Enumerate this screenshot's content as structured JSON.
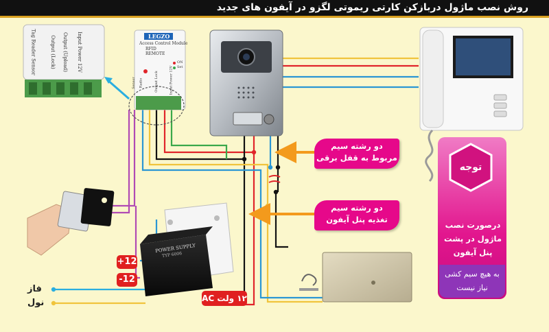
{
  "title": "روش نصب ماژول دربازکن کارتی ریموتی لگزو در آیفون های جدید",
  "callouts": {
    "lock_wires": {
      "line1": "دو رشته سیم",
      "line2": "مربوط به قفل برقی"
    },
    "power_wires": {
      "line1": "دو رشته سیم",
      "line2": "تغذیه پنل آیفون"
    }
  },
  "note": {
    "heading": "توجه",
    "body": "درصورت نصب ماژول در پشت پنل آیفون",
    "sub": "به هیچ سیم کشی نیاز نیست"
  },
  "power_supply": {
    "plus_label": "+12",
    "minus_label": "-12",
    "ac_label": "۱۲ ولت AC",
    "case_line1": "POWER SUPPLY",
    "case_line2": "TYP 6006"
  },
  "mains": {
    "phase_label": "فاز",
    "neutral_label": "نول"
  },
  "tag_reader": {
    "labels": [
      "Tag Reader Sensor",
      "Output (Lock)",
      "Output (Upload)",
      "Input Power 12V"
    ]
  },
  "access_module": {
    "brand": "LEGZO",
    "name": "Access Control Module",
    "mode1": "RFID",
    "mode2": "REMOTE",
    "indicator1": "ON",
    "indicator2": "Set",
    "terminals": [
      "Input Power 12V",
      "Output Lock",
      "Radio",
      "Sensor"
    ]
  },
  "colors": {
    "red": "#e0242a",
    "blue": "#2a96d4",
    "yellow": "#f0c43c",
    "purple": "#b04ab4",
    "black": "#111111",
    "green": "#3aa84a",
    "arrow_orange": "#f39a1c",
    "arrow_cyan": "#2aaee0",
    "magenta": "#e6088a"
  }
}
